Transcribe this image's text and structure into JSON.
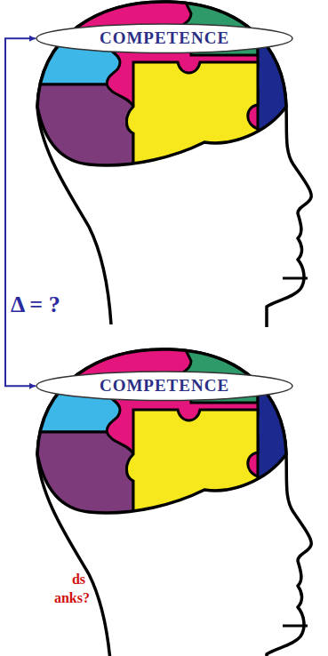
{
  "diagram": {
    "nodes": [
      {
        "text": [
          "COMPETENCE"
        ]
      },
      {
        "text": [
          "COMPETENCE"
        ]
      }
    ],
    "edges": [
      {
        "from": 0,
        "to": 1,
        "arrow": "both",
        "label": "Δ = ?"
      }
    ],
    "labels": [
      "ds",
      "anks?"
    ]
  }
}
